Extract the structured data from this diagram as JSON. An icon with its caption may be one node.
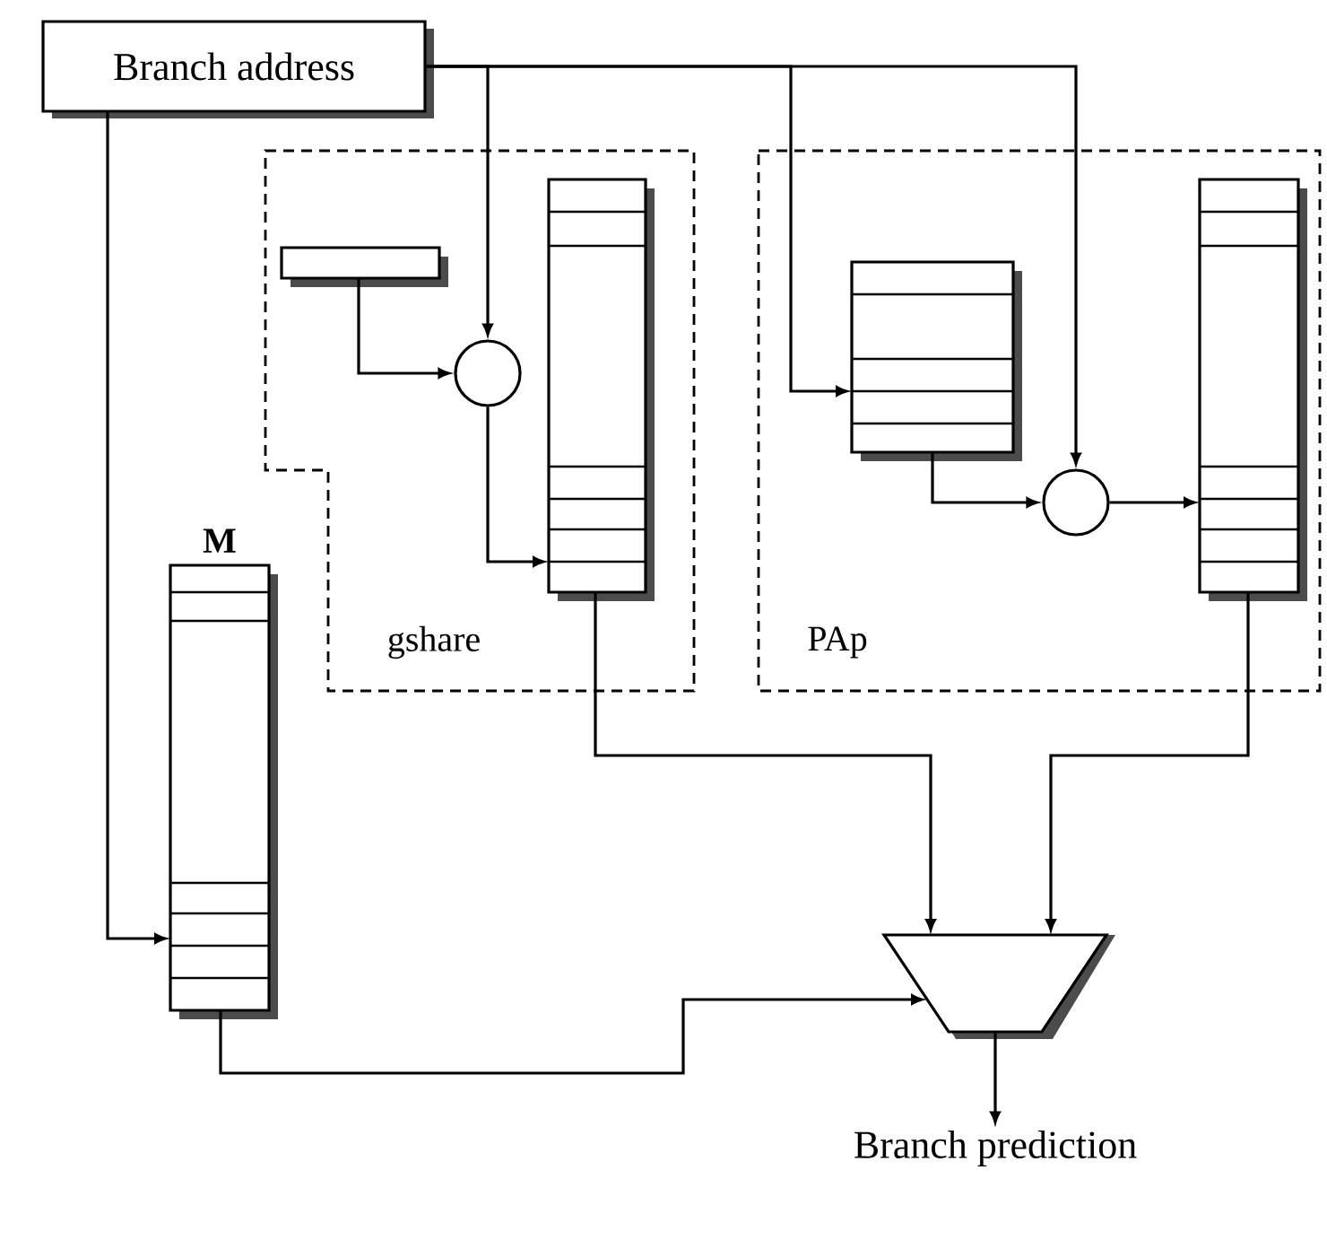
{
  "diagram": {
    "nodes": [
      {
        "text": [
          "Branch address"
        ]
      },
      {
        "text": [
          "gshare"
        ]
      },
      {
        "text": [],
        "shape": "bar",
        "in": 1
      },
      {
        "text": [],
        "shape": "circle",
        "in": 1
      },
      {
        "text": [],
        "shape": "box",
        "in": 1
      },
      {
        "text": [
          "PAp"
        ]
      },
      {
        "text": [],
        "shape": "box",
        "in": 5
      },
      {
        "text": [],
        "shape": "circle",
        "in": 5
      },
      {
        "text": [],
        "shape": "box",
        "in": 5
      },
      {
        "text": [
          "M"
        ]
      },
      {
        "text": [],
        "shape": "trapezoid"
      },
      {
        "text": [
          "Branch prediction"
        ]
      }
    ],
    "edges": [
      {
        "from": 0,
        "to": 3,
        "arrow": "to"
      },
      {
        "from": 0,
        "to": 6,
        "arrow": "to"
      },
      {
        "from": 0,
        "to": 7,
        "arrow": "to"
      },
      {
        "from": 0,
        "to": 9,
        "arrow": "to"
      },
      {
        "from": 2,
        "to": 3,
        "arrow": "to"
      },
      {
        "from": 3,
        "to": 4,
        "arrow": "to"
      },
      {
        "from": 6,
        "to": 7,
        "arrow": "to"
      },
      {
        "from": 7,
        "to": 8,
        "arrow": "to"
      },
      {
        "from": 4,
        "to": 10,
        "arrow": "to"
      },
      {
        "from": 8,
        "to": 10,
        "arrow": "to"
      },
      {
        "from": 9,
        "to": 10,
        "arrow": "to"
      },
      {
        "from": 10,
        "to": 11,
        "arrow": "to"
      }
    ]
  }
}
